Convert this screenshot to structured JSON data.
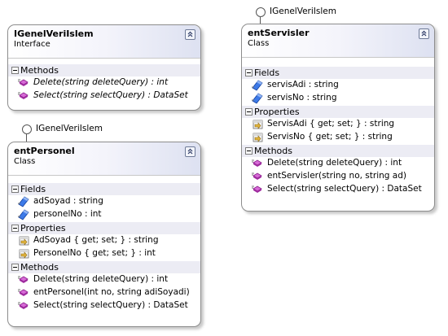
{
  "interface_box": {
    "name": "IGenelVeriIslem",
    "kind": "Interface",
    "sections": [
      {
        "title": "Methods",
        "members": [
          {
            "text": "Delete(string deleteQuery) : int",
            "icon": "method-icon"
          },
          {
            "text": "Select(string selectQuery) : DataSet",
            "icon": "method-icon"
          }
        ]
      }
    ]
  },
  "personel_box": {
    "lollipop_label": "IGenelVeriIslem",
    "name": "entPersonel",
    "kind": "Class",
    "sections": [
      {
        "title": "Fields",
        "members": [
          {
            "text": "adSoyad : string",
            "icon": "field-icon"
          },
          {
            "text": "personelNo : int",
            "icon": "field-icon"
          }
        ]
      },
      {
        "title": "Properties",
        "members": [
          {
            "text": "AdSoyad { get; set; } : string",
            "icon": "property-icon"
          },
          {
            "text": "PersonelNo { get; set; } : int",
            "icon": "property-icon"
          }
        ]
      },
      {
        "title": "Methods",
        "members": [
          {
            "text": "Delete(string deleteQuery) : int",
            "icon": "method-icon"
          },
          {
            "text": "entPersonel(int no, string adiSoyadi)",
            "icon": "method-icon"
          },
          {
            "text": "Select(string selectQuery) : DataSet",
            "icon": "method-icon"
          }
        ]
      }
    ]
  },
  "servis_box": {
    "lollipop_label": "IGenelVeriIslem",
    "name": "entServisler",
    "kind": "Class",
    "sections": [
      {
        "title": "Fields",
        "members": [
          {
            "text": "servisAdi : string",
            "icon": "field-icon"
          },
          {
            "text": "servisNo : string",
            "icon": "field-icon"
          }
        ]
      },
      {
        "title": "Properties",
        "members": [
          {
            "text": "ServisAdi { get; set; } : string",
            "icon": "property-icon"
          },
          {
            "text": "ServisNo { get; set; } : string",
            "icon": "property-icon"
          }
        ]
      },
      {
        "title": "Methods",
        "members": [
          {
            "text": "Delete(string deleteQuery) : int",
            "icon": "method-icon"
          },
          {
            "text": "entServisler(string no, string ad)",
            "icon": "method-icon"
          },
          {
            "text": "Select(string selectQuery) : DataSet",
            "icon": "method-icon"
          }
        ]
      }
    ]
  },
  "colors": {
    "header_gradient_end": "#dde1f1",
    "method_icon": "#c040c0",
    "field_icon": "#2a5bd7",
    "property_icon": "#c9a030"
  }
}
